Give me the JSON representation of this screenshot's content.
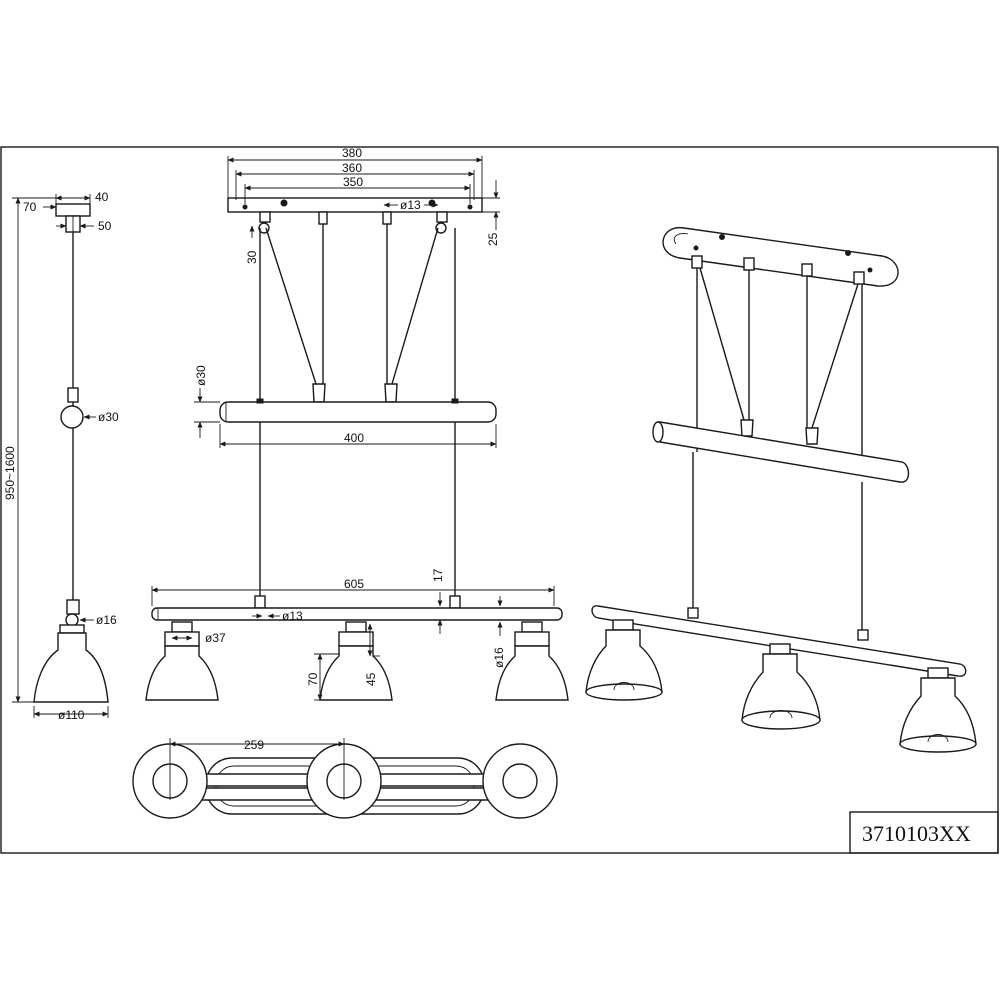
{
  "product_code": "3710103XX",
  "side_view": {
    "dim_canopy_width": "40",
    "dim_left": "70",
    "dim_hook": "50",
    "dim_height": "950~1600",
    "dim_knob": "ø30",
    "dim_holder": "ø16",
    "dim_shade": "ø110"
  },
  "front_view": {
    "dim_canopy_total": "380",
    "dim_canopy_mid": "360",
    "dim_canopy_holes": "350",
    "dim_hole_dia": "ø13",
    "dim_canopy_height": "25",
    "dim_hook_drop": "30",
    "dim_rod_dia": "ø30",
    "dim_rod_length": "400",
    "dim_bar_length": "605",
    "dim_bar_height": "17",
    "dim_bar_hole": "ø13",
    "dim_shade_top": "ø37",
    "dim_shade_height": "70",
    "dim_shade_inner": "45",
    "dim_holder_dia": "ø16"
  },
  "top_view": {
    "dim_spacing": "259"
  }
}
